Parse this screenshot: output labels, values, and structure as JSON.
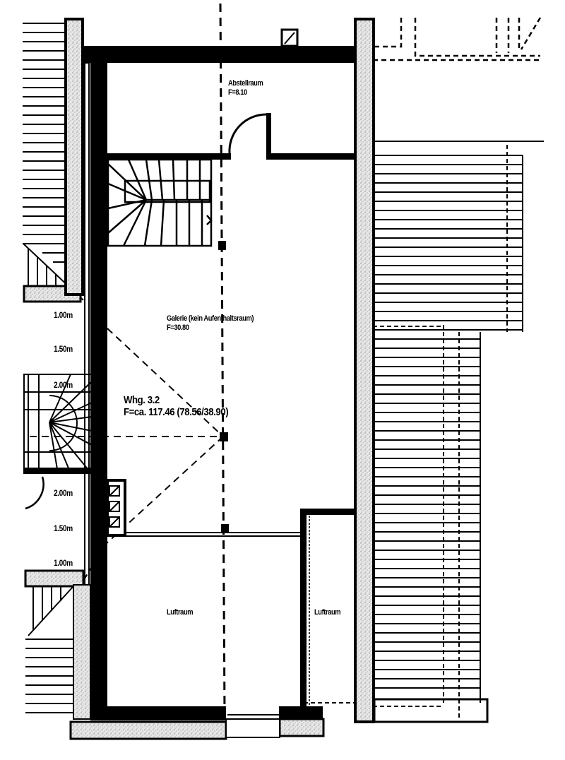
{
  "plan": {
    "title": "Whg. 3.2",
    "total_area": "F=ca. 117.46 (78.56/38.90)",
    "colors": {
      "wall": "#000000",
      "background": "#ffffff",
      "hatch": "#bdbdbd"
    }
  },
  "rooms": {
    "abstellraum": {
      "name": "Abstellraum",
      "area": "F=8.10"
    },
    "galerie": {
      "name": "Galerie (kein Aufenthaltsraum)",
      "area": "F=30.80"
    },
    "luftraum_left": {
      "name": "Luftraum"
    },
    "luftraum_right": {
      "name": "Luftraum"
    }
  },
  "dimensions": {
    "upper": [
      "1.00m",
      "1.50m",
      "2.00m"
    ],
    "lower": [
      "2.00m",
      "1.50m",
      "1.00m"
    ]
  }
}
